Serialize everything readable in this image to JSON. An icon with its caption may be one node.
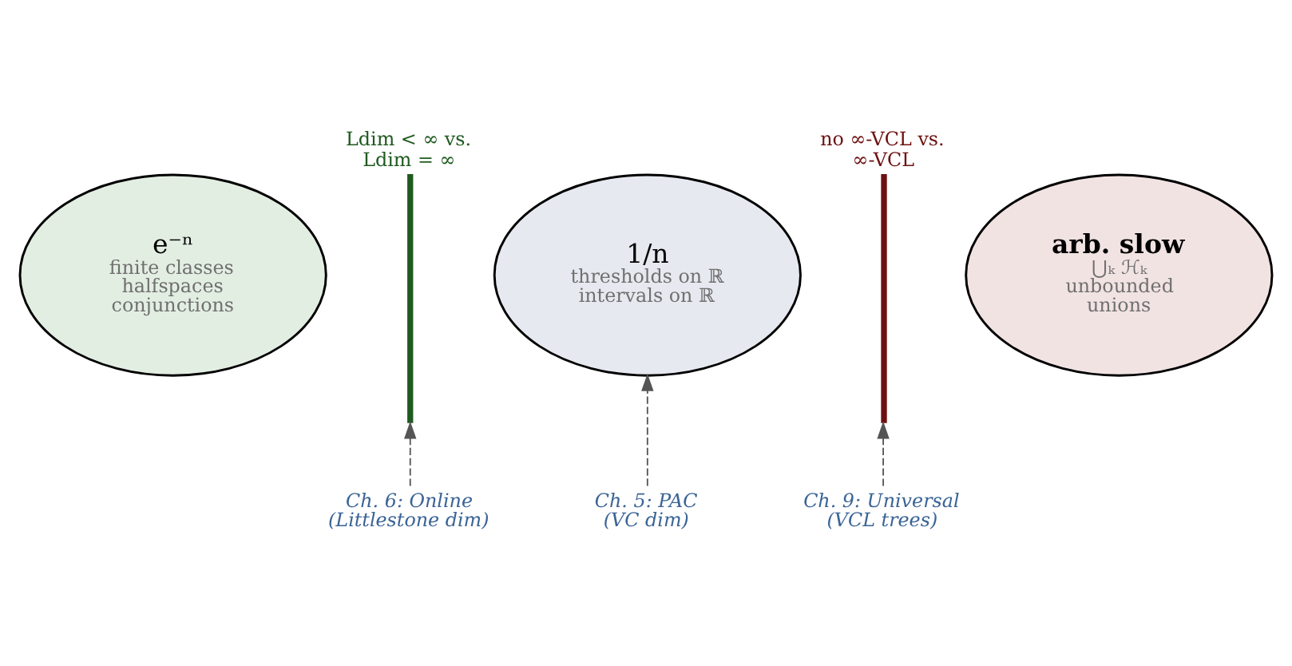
{
  "diagram": {
    "nodes": [
      {
        "text": [],
        "shape": "bar",
        "beside": [
          "Ldim < ∞ vs. Ldim = ∞"
        ]
      },
      {
        "text": [],
        "shape": "bar",
        "beside": [
          "no ∞-VCL vs. ∞-VCL"
        ]
      },
      {
        "text": [
          "e⁻ⁿ",
          "finite classes halfspaces conjunctions"
        ]
      },
      {
        "text": [
          "1/n",
          "thresholds on ℝ intervals on ℝ"
        ]
      },
      {
        "text": [
          "arb. slow",
          "⋃ₖ ℋₖ",
          "unbounded unions"
        ]
      },
      {
        "text": [
          "Ch. 6: Online (Littlestone dim)"
        ]
      },
      {
        "text": [
          "Ch. 5: PAC (VC dim)"
        ]
      },
      {
        "text": [
          "Ch. 9: Universal (VCL trees)"
        ]
      }
    ],
    "edges": [
      {
        "from": 5,
        "to": 0,
        "arrow": "to",
        "style": "dashed"
      },
      {
        "from": 6,
        "to": 3,
        "arrow": "to",
        "style": "dashed"
      },
      {
        "from": 7,
        "to": 1,
        "arrow": "to",
        "style": "dashed"
      }
    ]
  }
}
